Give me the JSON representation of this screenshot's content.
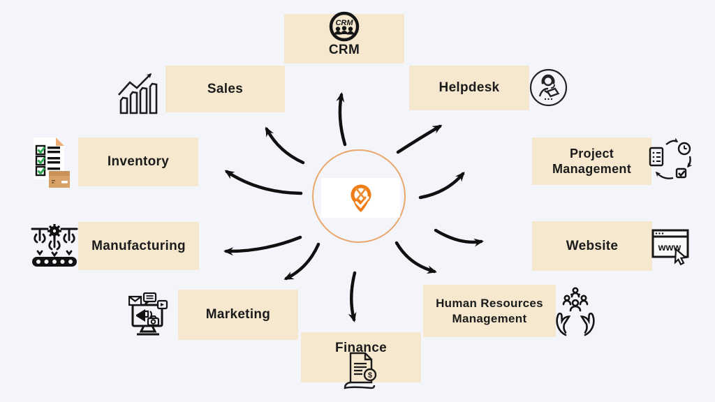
{
  "colors": {
    "background": "#f4f5fa",
    "box_fill": "#f5e8cf",
    "label_text": "#1b1b1b",
    "arrow": "#101010",
    "accent_orange": "#ee7d17",
    "hub_ring": "#e9a76b",
    "hub_fill": "#ffffff",
    "check_green": "#2fa84f",
    "carton_brown": "#d7a268",
    "paper_fold_orange": "#efae78"
  },
  "hub": {
    "name": "brand-location-pin-logo"
  },
  "icon_text": {
    "crm_badge": "CRM",
    "website_www": "www",
    "finance_dollar": "$"
  },
  "nodes": [
    {
      "id": "crm",
      "label": "CRM",
      "icon": "crm-people-badge-icon"
    },
    {
      "id": "sales",
      "label": "Sales",
      "icon": "growth-bar-chart-icon"
    },
    {
      "id": "helpdesk",
      "label": "Helpdesk",
      "icon": "customer-support-agent-icon"
    },
    {
      "id": "inventory",
      "label": "Inventory",
      "icon": "checklist-parcel-icon"
    },
    {
      "id": "project",
      "label": "Project Management",
      "icon": "document-clock-task-cycle-icon"
    },
    {
      "id": "manufacturing",
      "label": "Manufacturing",
      "icon": "assembly-line-robot-icon"
    },
    {
      "id": "website",
      "label": "Website",
      "icon": "browser-window-cursor-icon"
    },
    {
      "id": "marketing",
      "label": "Marketing",
      "icon": "digital-marketing-monitor-icon"
    },
    {
      "id": "hrm",
      "label": "Human Resources Management",
      "icon": "hands-holding-people-icon"
    },
    {
      "id": "finance",
      "label": "Finance",
      "icon": "invoice-dollar-icon"
    }
  ]
}
